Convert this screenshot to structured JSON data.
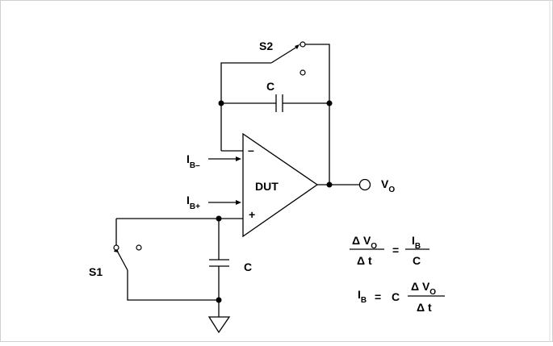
{
  "labels": {
    "s2": "S2",
    "s1": "S1",
    "c_feedback": "C",
    "c_ground": "C",
    "dut": "DUT",
    "minus": "–",
    "plus": "+",
    "ib_minus_main": "I",
    "ib_minus_sub": "B–",
    "ib_plus_main": "I",
    "ib_plus_sub": "B+",
    "vo_main": "V",
    "vo_sub": "O"
  },
  "equations": {
    "eq1": {
      "lhs_num_main": "Δ V",
      "lhs_num_sub": "O",
      "lhs_den": "Δ t",
      "equals": "=",
      "rhs_num_main": "I",
      "rhs_num_sub": "B",
      "rhs_den": "C"
    },
    "eq2": {
      "lhs_main": "I",
      "lhs_sub": "B",
      "equals": "=",
      "coef": "C",
      "num_main": "Δ V",
      "num_sub": "O",
      "den": "Δ t"
    }
  }
}
